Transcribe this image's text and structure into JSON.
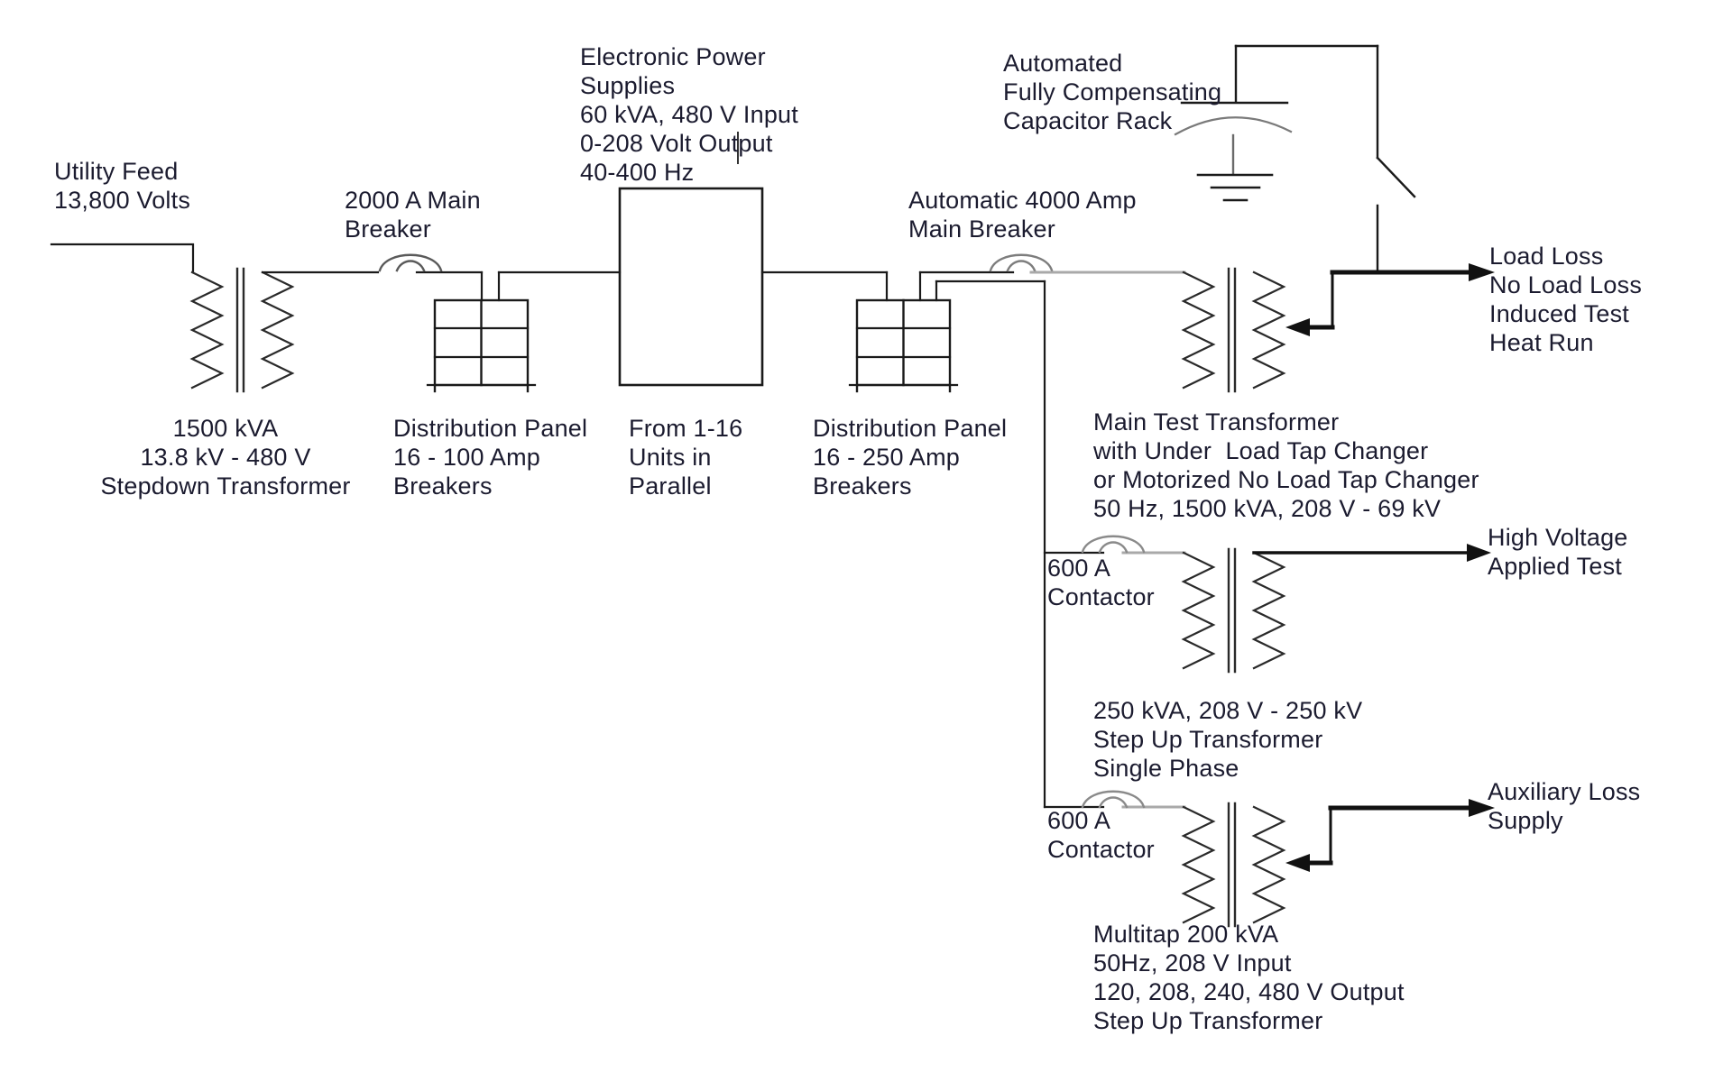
{
  "diagram": {
    "type": "electrical-one-line-test-lab-schematic",
    "colors": {
      "line": "#1a1a1a",
      "muted_line": "#a9a9a9",
      "symbol_gray": "#8a8a8a",
      "text": "#1b1b2f",
      "background": "#ffffff"
    },
    "labels": {
      "utility_feed": "Utility Feed\n13,800 Volts",
      "breaker_2000": "2000 A Main\nBreaker",
      "stepdown_transformer": "1500 kVA\n13.8 kV - 480 V\nStepdown Transformer",
      "panel_100": "Distribution Panel\n16 - 100 Amp\nBreakers",
      "electronic_power_supplies": "Electronic Power\nSupplies\n60 kVA, 480 V Input\n0-208 Volt Output\n40-400 Hz",
      "parallel_units": "From 1-16\nUnits in\nParallel",
      "panel_250": "Distribution Panel\n16 - 250 Amp\nBreakers",
      "breaker_4000": "Automatic 4000 Amp\nMain Breaker",
      "capacitor_rack": "Automated\nFully Compensating\nCapacitor Rack",
      "load_loss_tests": "Load Loss\nNo Load Loss\nInduced Test\nHeat Run",
      "main_test_transformer": "Main Test Transformer\nwith Under  Load Tap Changer\nor Motorized No Load Tap Changer\n50 Hz, 1500 kVA, 208 V - 69 kV",
      "contactor_600_upper": "600 A\nContactor",
      "high_voltage_applied": "High Voltage\nApplied Test",
      "step_up_250": "250 kVA, 208 V - 250 kV\nStep Up Transformer\nSingle Phase",
      "contactor_600_lower": "600 A\nContactor",
      "auxiliary_loss": "Auxiliary Loss\nSupply",
      "multitap_transformer": "Multitap 200 kVA\n50Hz, 208 V Input\n120, 208, 240, 480 V Output\nStep Up Transformer"
    }
  }
}
